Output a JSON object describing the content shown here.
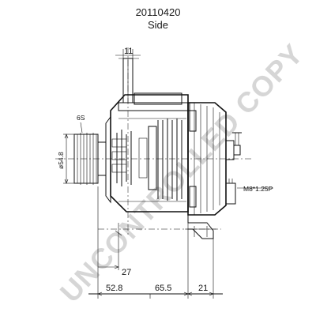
{
  "header": {
    "part_number": "20110420",
    "view": "Side"
  },
  "dimensions": {
    "d11": "11",
    "d6s": "6S",
    "d_dia": "ø54.8",
    "d_thread": "M8*1.25P",
    "d27": "27",
    "d52_8": "52.8",
    "d65_5": "65.5",
    "d21": "21"
  },
  "watermark": "UNCONTROLLED COPY"
}
